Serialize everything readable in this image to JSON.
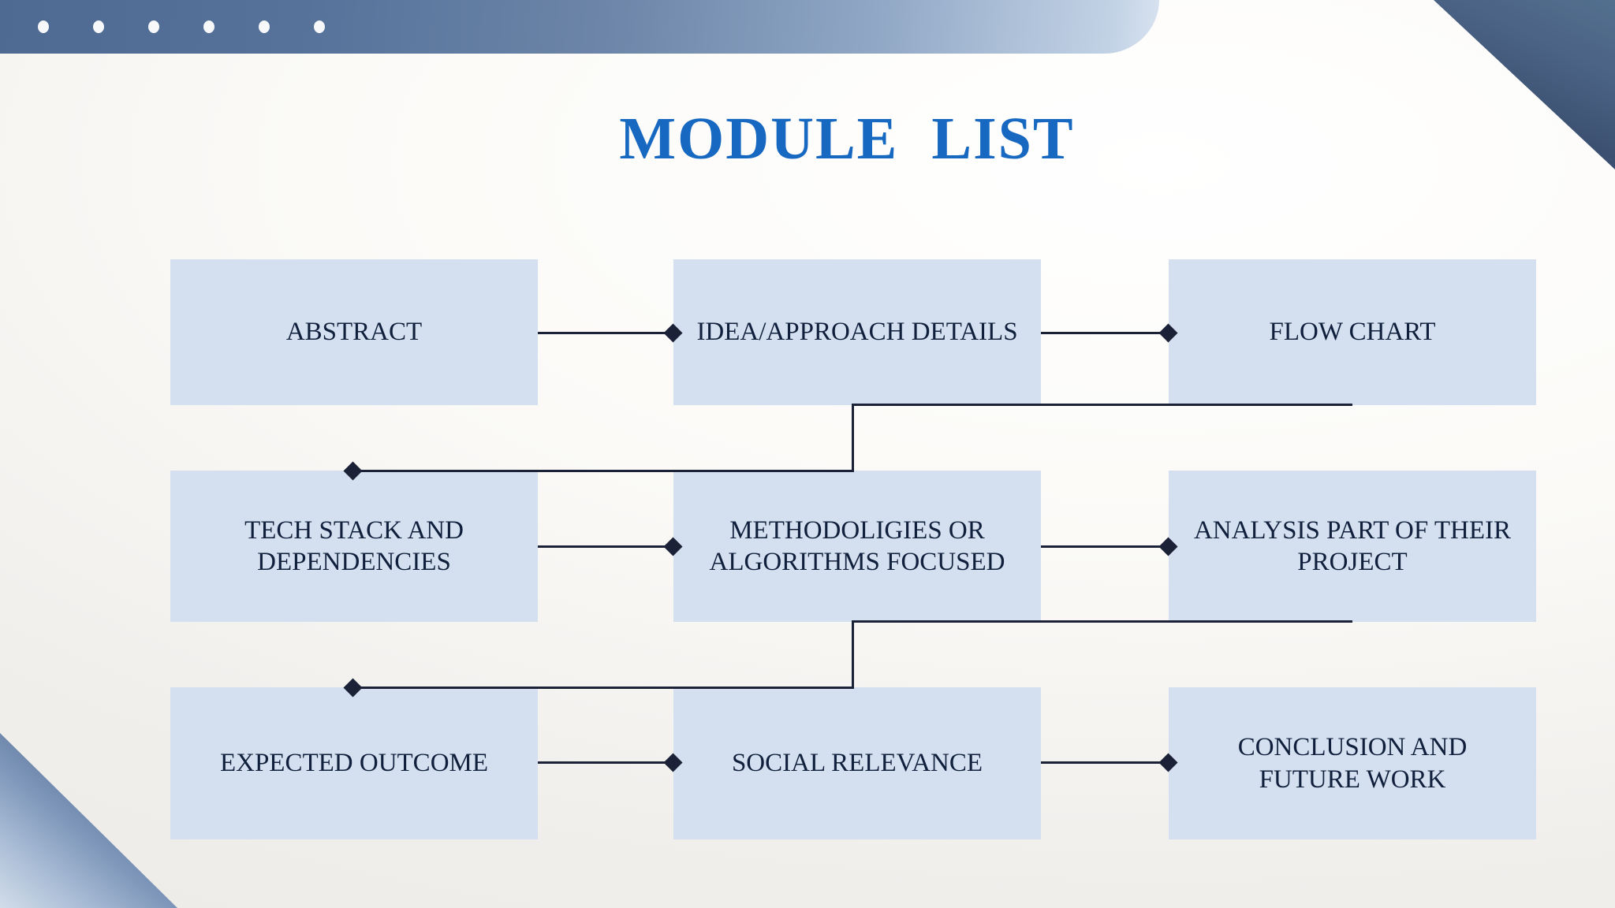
{
  "slide": {
    "title": "MODULE  LIST",
    "title_color": "#1668c1",
    "box_fill": "#d4dfef",
    "box_text_color": "#10203c",
    "connector_color": "#1b2137",
    "topbar_dot_count": 6
  },
  "modules": [
    {
      "id": "abstract",
      "label": "ABSTRACT",
      "row": 1,
      "col": 1
    },
    {
      "id": "idea",
      "label": "IDEA/APPROACH DETAILS",
      "row": 1,
      "col": 2
    },
    {
      "id": "flowchart",
      "label": "FLOW CHART",
      "row": 1,
      "col": 3
    },
    {
      "id": "techstack",
      "label": "TECH STACK AND\nDEPENDENCIES",
      "row": 2,
      "col": 1
    },
    {
      "id": "methods",
      "label": "METHODOLIGIES OR\nALGORITHMS FOCUSED",
      "row": 2,
      "col": 2
    },
    {
      "id": "analysis",
      "label": "ANALYSIS PART OF THEIR\nPROJECT",
      "row": 2,
      "col": 3
    },
    {
      "id": "outcome",
      "label": "EXPECTED OUTCOME",
      "row": 3,
      "col": 1
    },
    {
      "id": "social",
      "label": "SOCIAL RELEVANCE",
      "row": 3,
      "col": 2
    },
    {
      "id": "conclusion",
      "label": "CONCLUSION AND\nFUTURE WORK",
      "row": 3,
      "col": 3
    }
  ],
  "connections": [
    {
      "from": "abstract",
      "to": "idea",
      "kind": "straight"
    },
    {
      "from": "idea",
      "to": "flowchart",
      "kind": "straight"
    },
    {
      "from": "flowchart",
      "to": "techstack",
      "kind": "elbow"
    },
    {
      "from": "techstack",
      "to": "methods",
      "kind": "straight"
    },
    {
      "from": "methods",
      "to": "analysis",
      "kind": "straight"
    },
    {
      "from": "analysis",
      "to": "outcome",
      "kind": "elbow"
    },
    {
      "from": "outcome",
      "to": "social",
      "kind": "straight"
    },
    {
      "from": "social",
      "to": "conclusion",
      "kind": "straight"
    }
  ]
}
